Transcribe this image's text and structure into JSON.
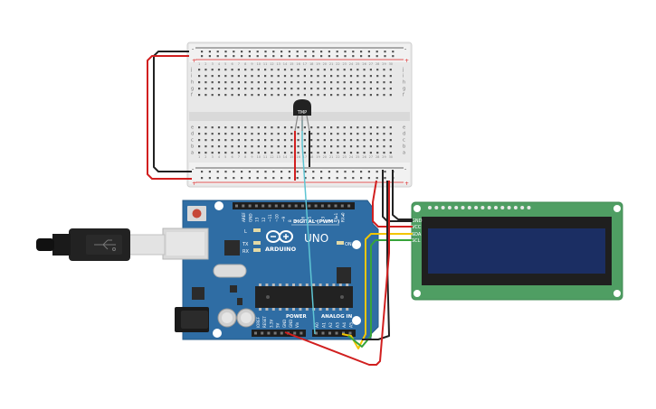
{
  "sensor": {
    "label": "TMP"
  },
  "arduino": {
    "brand": "ARDUINO",
    "model": "UNO",
    "digital_header": "DIGITAL (PWM~)",
    "power_header": "POWER",
    "analog_header": "ANALOG IN",
    "on_label": "ON",
    "led_labels": [
      "L",
      "TX",
      "RX"
    ],
    "digital_pins": [
      "AREF",
      "GND",
      "13",
      "12",
      "~11",
      "~10",
      "~9",
      "8",
      "7",
      "~6",
      "~5",
      "4",
      "~3",
      "2",
      "TX▸1",
      "RX◂0"
    ],
    "power_pins": [
      "IOREF",
      "RESET",
      "3.3V",
      "5V",
      "GND",
      "GND",
      "Vin"
    ],
    "analog_pins": [
      "A0",
      "A1",
      "A2",
      "A3",
      "A4",
      "A5"
    ]
  },
  "lcd": {
    "pin_labels": [
      "GND",
      "VCC",
      "SDA",
      "SCL"
    ]
  },
  "breadboard": {
    "row_letters_top": [
      "j",
      "i",
      "h",
      "g",
      "f"
    ],
    "row_letters_bottom": [
      "e",
      "d",
      "c",
      "b",
      "a"
    ],
    "rail_signs": [
      "-",
      "+"
    ],
    "column_count": 30
  },
  "colors": {
    "board": "#2f6da4",
    "lcd_pcb": "#4f9e63",
    "lcd_screen": "#1b2e63",
    "wire_red": "#d11f1f",
    "wire_black": "#222222",
    "wire_yellow": "#f2c500",
    "wire_green": "#37a43a",
    "wire_cyan": "#5ec5d3"
  }
}
